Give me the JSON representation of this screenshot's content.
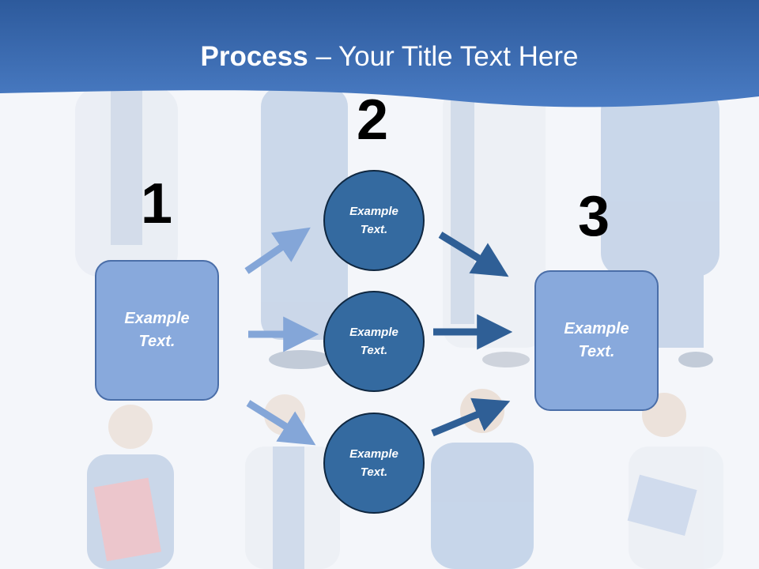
{
  "title": {
    "bold": "Process",
    "rest": " – Your Title Text Here"
  },
  "numbers": {
    "one": "1",
    "two": "2",
    "three": "3"
  },
  "left_box": {
    "line1": "Example",
    "line2": "Text."
  },
  "right_box": {
    "line1": "Example",
    "line2": "Text."
  },
  "circles": [
    {
      "line1": "Example",
      "line2": "Text."
    },
    {
      "line1": "Example",
      "line2": "Text."
    },
    {
      "line1": "Example",
      "line2": "Text."
    }
  ],
  "colors": {
    "header": "#3c6aae",
    "box_fill": "#88a9dc",
    "circle_fill": "#346aa0",
    "arrow_light": "#84a6d8",
    "arrow_dark": "#2f5f96"
  }
}
